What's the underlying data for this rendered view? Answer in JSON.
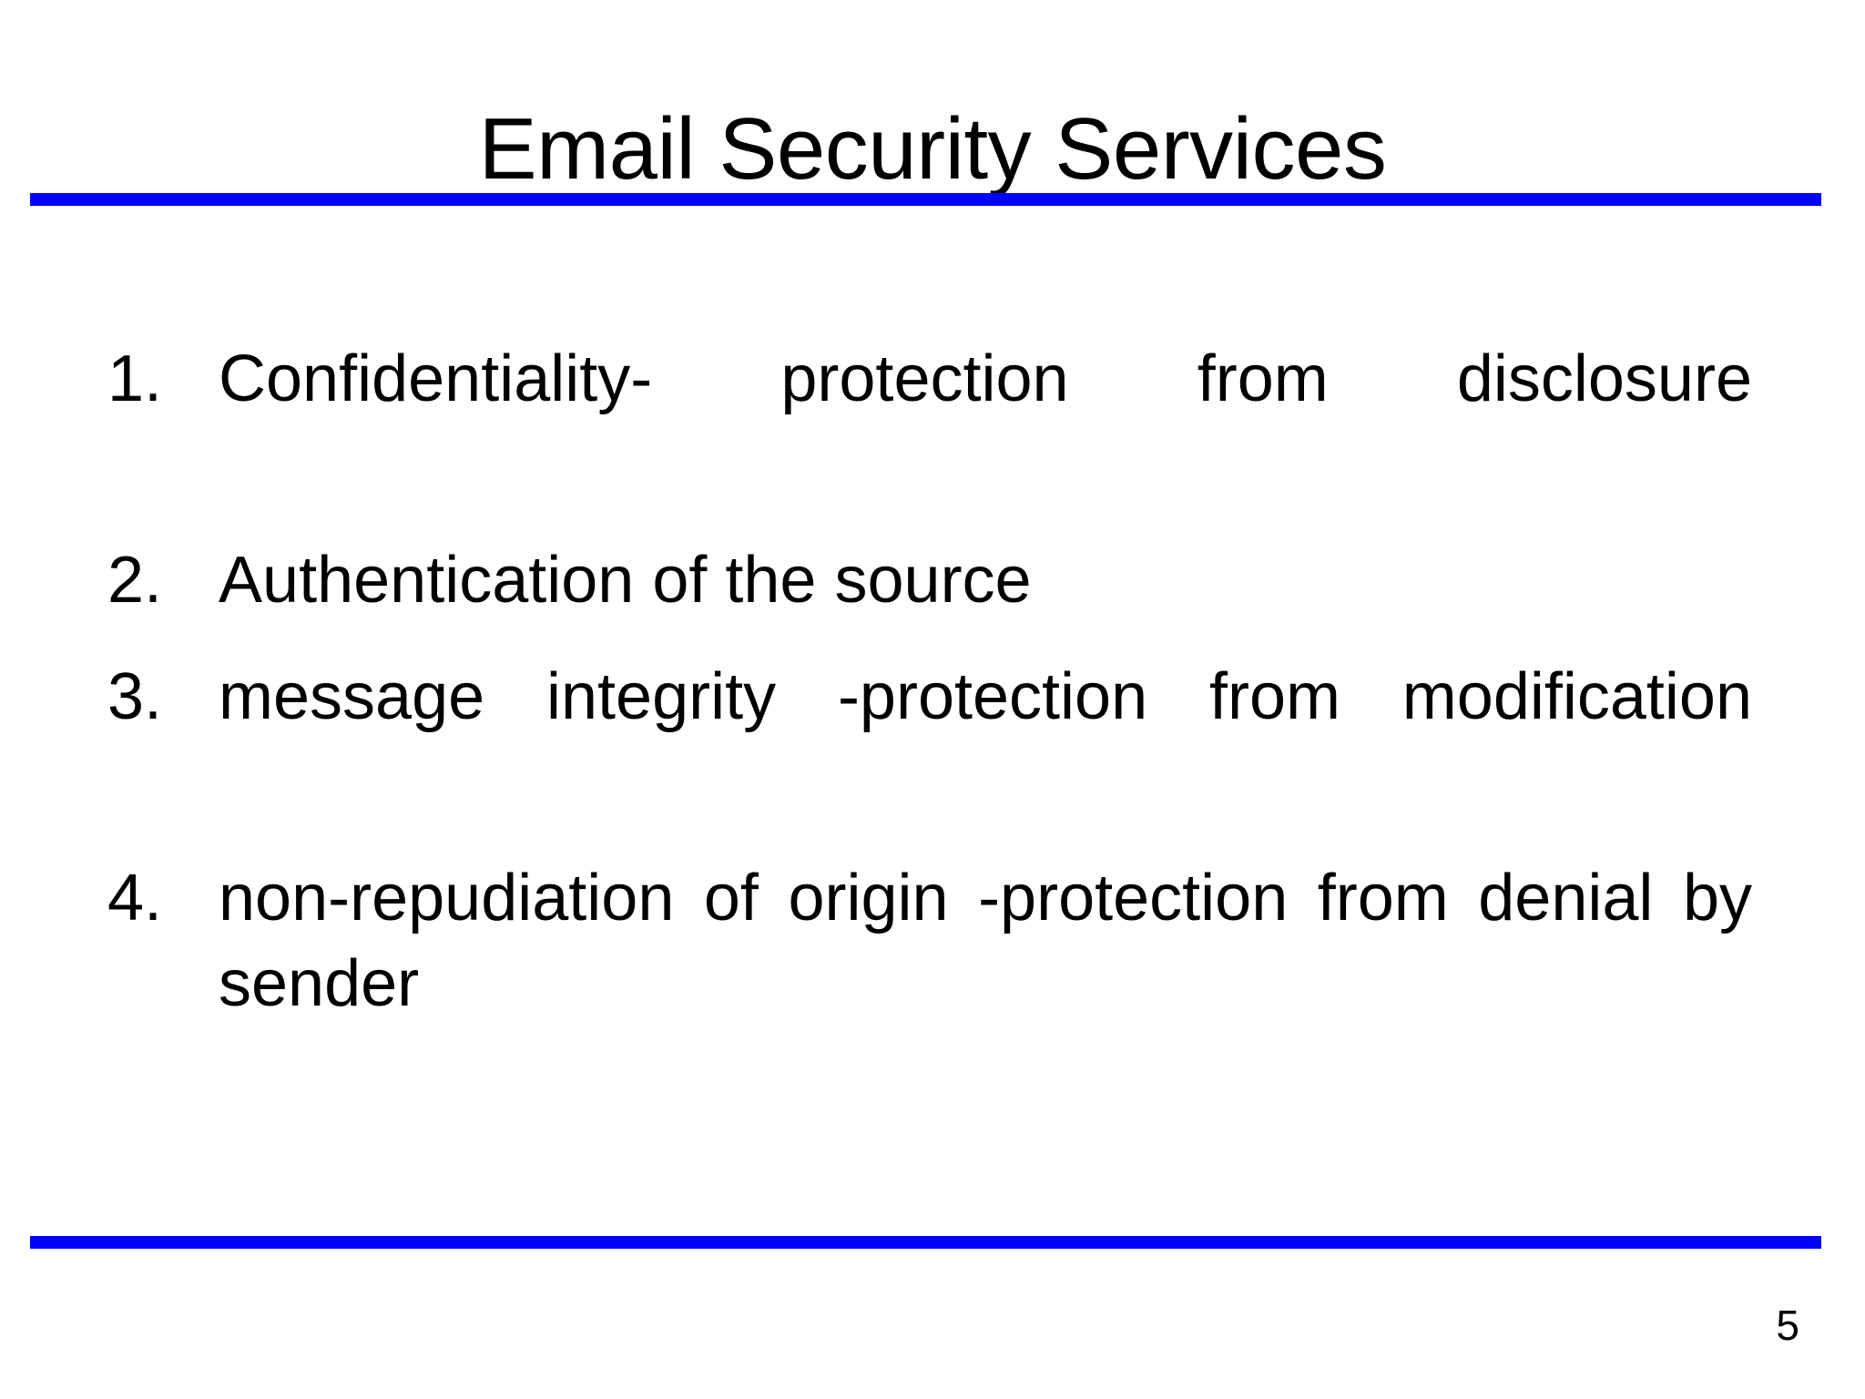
{
  "slide": {
    "title": "Email Security Services",
    "page_number": "5",
    "accent_color": "#0000FF",
    "background_color": "#FFFFFF",
    "text_color": "#000000"
  },
  "rules": {
    "top_label": "top-divider",
    "bottom_label": "bottom-divider"
  },
  "list": {
    "items": [
      {
        "marker": "1.",
        "text": "Confidentiality- protection from disclosure",
        "wraps": true
      },
      {
        "marker": "2.",
        "text": "Authentication of the source",
        "wraps": false
      },
      {
        "marker": "3.",
        "text": "message integrity -protection from modification",
        "wraps": true
      },
      {
        "marker": "4.",
        "text": "non-repudiation of origin -protection from denial by sender",
        "wraps": true
      }
    ]
  }
}
